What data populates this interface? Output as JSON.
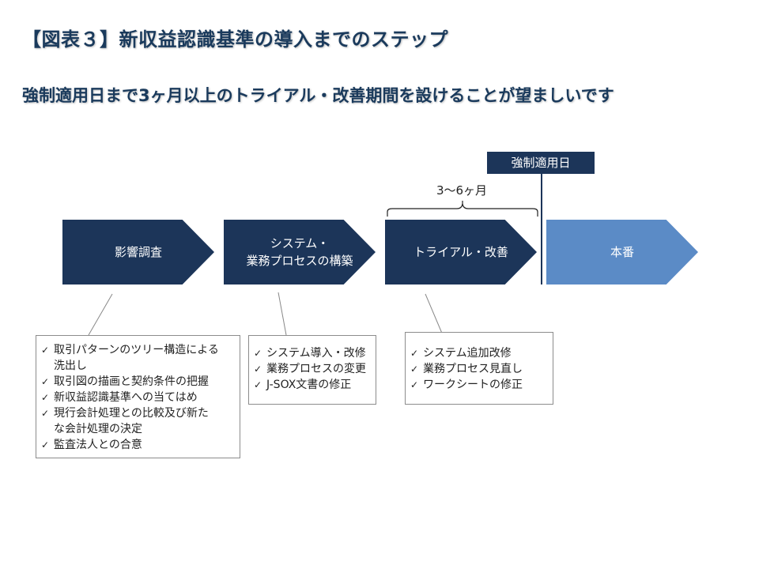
{
  "title": "【図表３】新収益認識基準の導入までのステップ",
  "subtitle": "強制適用日まで3ヶ月以上のトライアル・改善期間を設けることが望ましいです",
  "timeline": {
    "deadline_label": "強制適用日",
    "period_label": "3〜6ヶ月"
  },
  "steps": [
    {
      "label": "影響調査"
    },
    {
      "label": "システム・\n業務プロセスの構築"
    },
    {
      "label": "トライアル・改善"
    },
    {
      "label": "本番"
    }
  ],
  "notes": [
    {
      "items": [
        "取引パターンのツリー構造による\n洗出し",
        "取引図の描画と契約条件の把握",
        "新収益認識基準への当てはめ",
        "現行会計処理との比較及び新た\nな会計処理の決定",
        "監査法人との合意"
      ]
    },
    {
      "items": [
        "システム導入・改修",
        "業務プロセスの変更",
        "J-SOX文書の修正"
      ]
    },
    {
      "items": [
        "システム追加改修",
        "業務プロセス見直し",
        "ワークシートの修正"
      ]
    }
  ],
  "check_mark": "✓",
  "colors": {
    "dark_step": "#1c3559",
    "light_step": "#5b8bc6",
    "title": "#1a3a5c"
  }
}
